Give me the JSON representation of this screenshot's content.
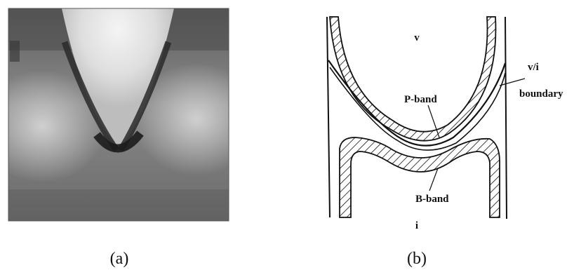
{
  "panel_a": {
    "caption": "(a)"
  },
  "panel_b": {
    "caption": "(b)",
    "labels": {
      "top_region": "v",
      "bottom_region": "i",
      "boundary_line1": "v/i",
      "boundary_line2": "boundary",
      "p_band": "P-band",
      "b_band": "B-band"
    }
  }
}
